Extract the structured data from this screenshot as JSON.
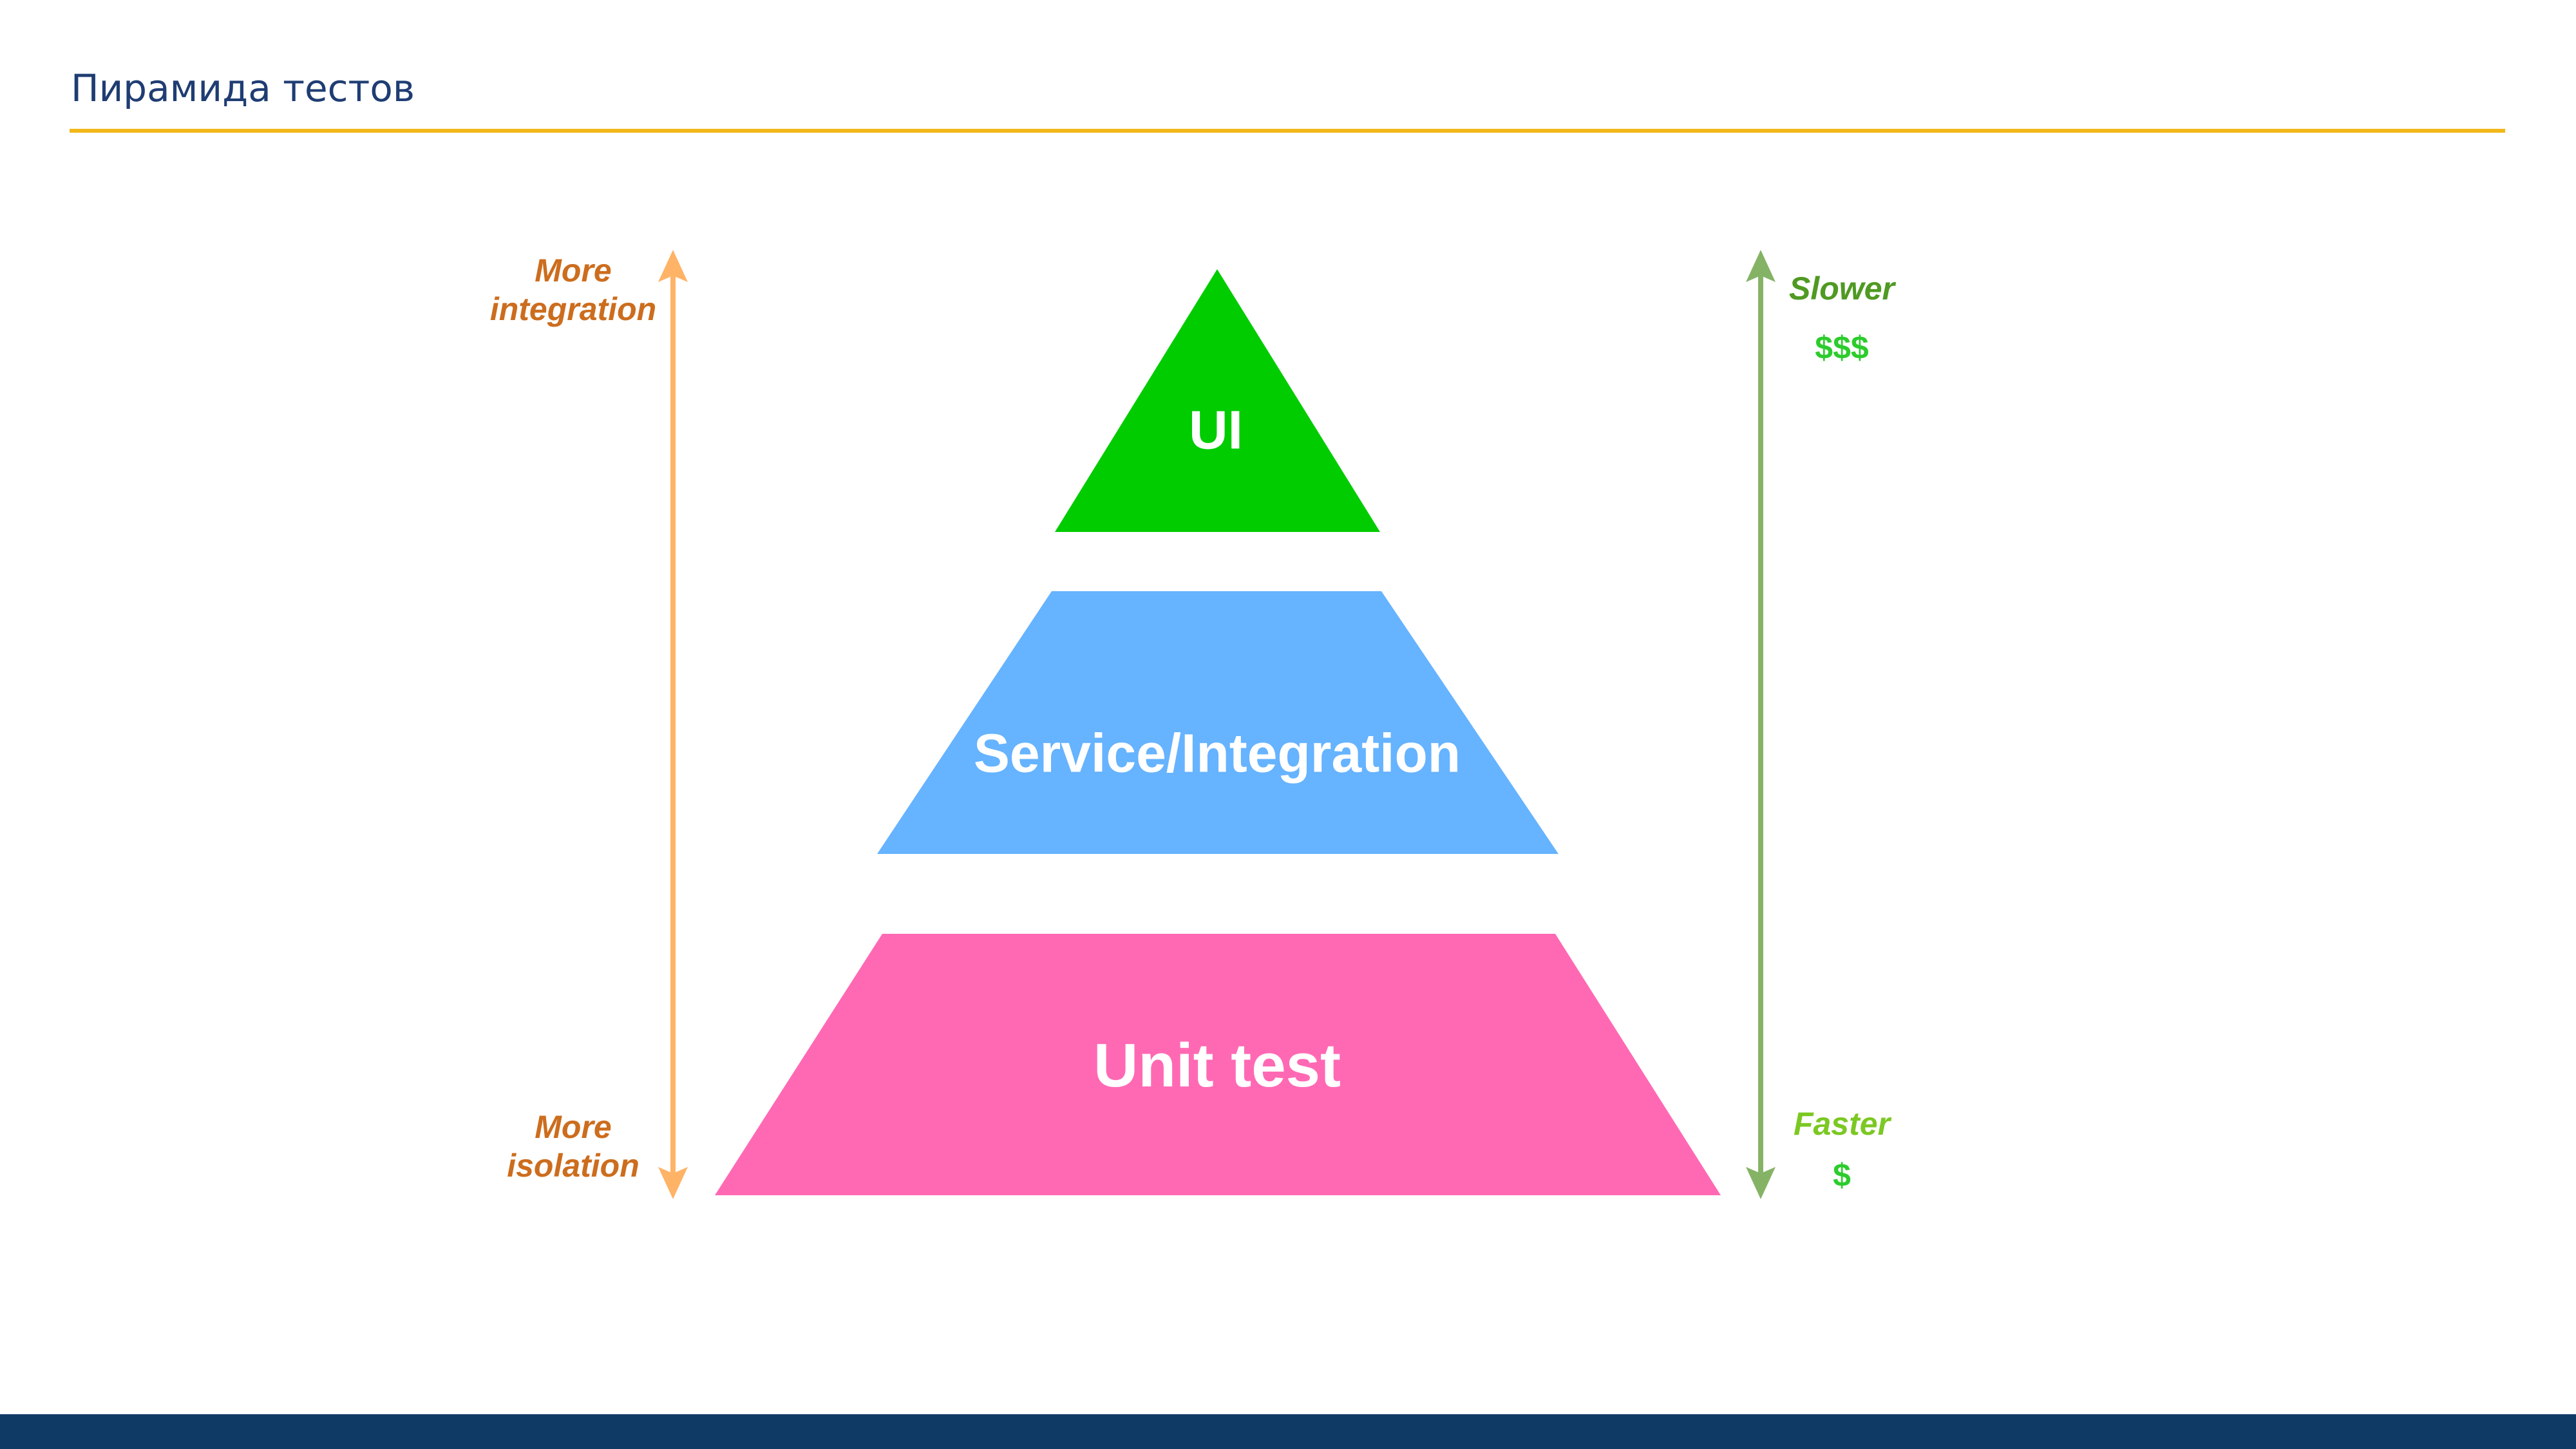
{
  "slide": {
    "title": "Пирамида тестов"
  },
  "pyramid": {
    "layers": [
      {
        "label": "UI",
        "color": "#00cc00"
      },
      {
        "label": "Service/Integration",
        "color": "#66b3ff"
      },
      {
        "label": "Unit test",
        "color": "#ff69b4"
      }
    ]
  },
  "left_axis": {
    "top_line1": "More",
    "top_line2": "integration",
    "bottom_line1": "More",
    "bottom_line2": "isolation",
    "color": "#ffb366"
  },
  "right_axis": {
    "top_label": "Slower",
    "top_cost": "$$$",
    "bottom_label": "Faster",
    "bottom_cost": "$",
    "color": "#85b366"
  },
  "colors": {
    "title_text": "#1f3d73",
    "title_rule": "#f2b718",
    "footer_bar": "#0f3a66"
  }
}
